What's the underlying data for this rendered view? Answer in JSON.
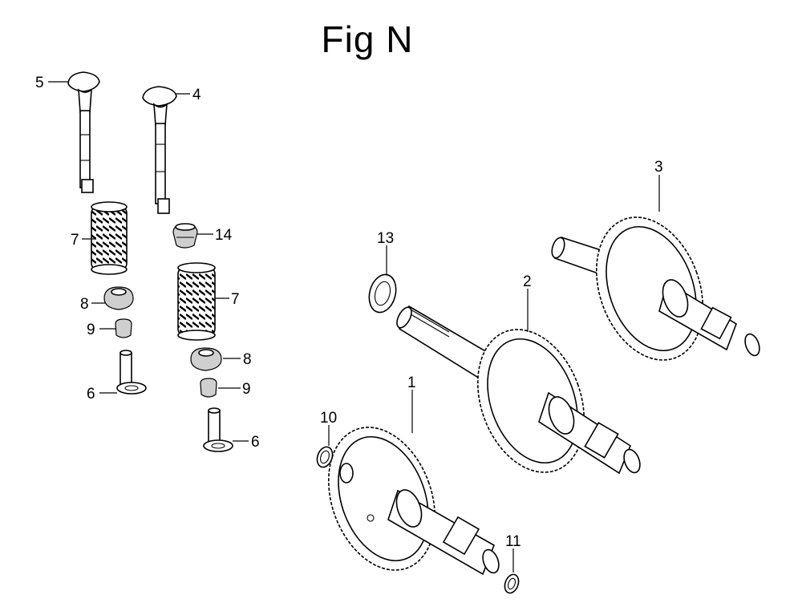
{
  "figure": {
    "title": "Fig N"
  },
  "callouts": [
    {
      "id": "c5",
      "label": "5"
    },
    {
      "id": "c4",
      "label": "4"
    },
    {
      "id": "c7a",
      "label": "7"
    },
    {
      "id": "c14",
      "label": "14"
    },
    {
      "id": "c7b",
      "label": "7"
    },
    {
      "id": "c8a",
      "label": "8"
    },
    {
      "id": "c9a",
      "label": "9"
    },
    {
      "id": "c6a",
      "label": "6"
    },
    {
      "id": "c8b",
      "label": "8"
    },
    {
      "id": "c9b",
      "label": "9"
    },
    {
      "id": "c6b",
      "label": "6"
    },
    {
      "id": "c3",
      "label": "3"
    },
    {
      "id": "c13",
      "label": "13"
    },
    {
      "id": "c2",
      "label": "2"
    },
    {
      "id": "c1",
      "label": "1"
    },
    {
      "id": "c10",
      "label": "10"
    },
    {
      "id": "c11",
      "label": "11"
    }
  ]
}
